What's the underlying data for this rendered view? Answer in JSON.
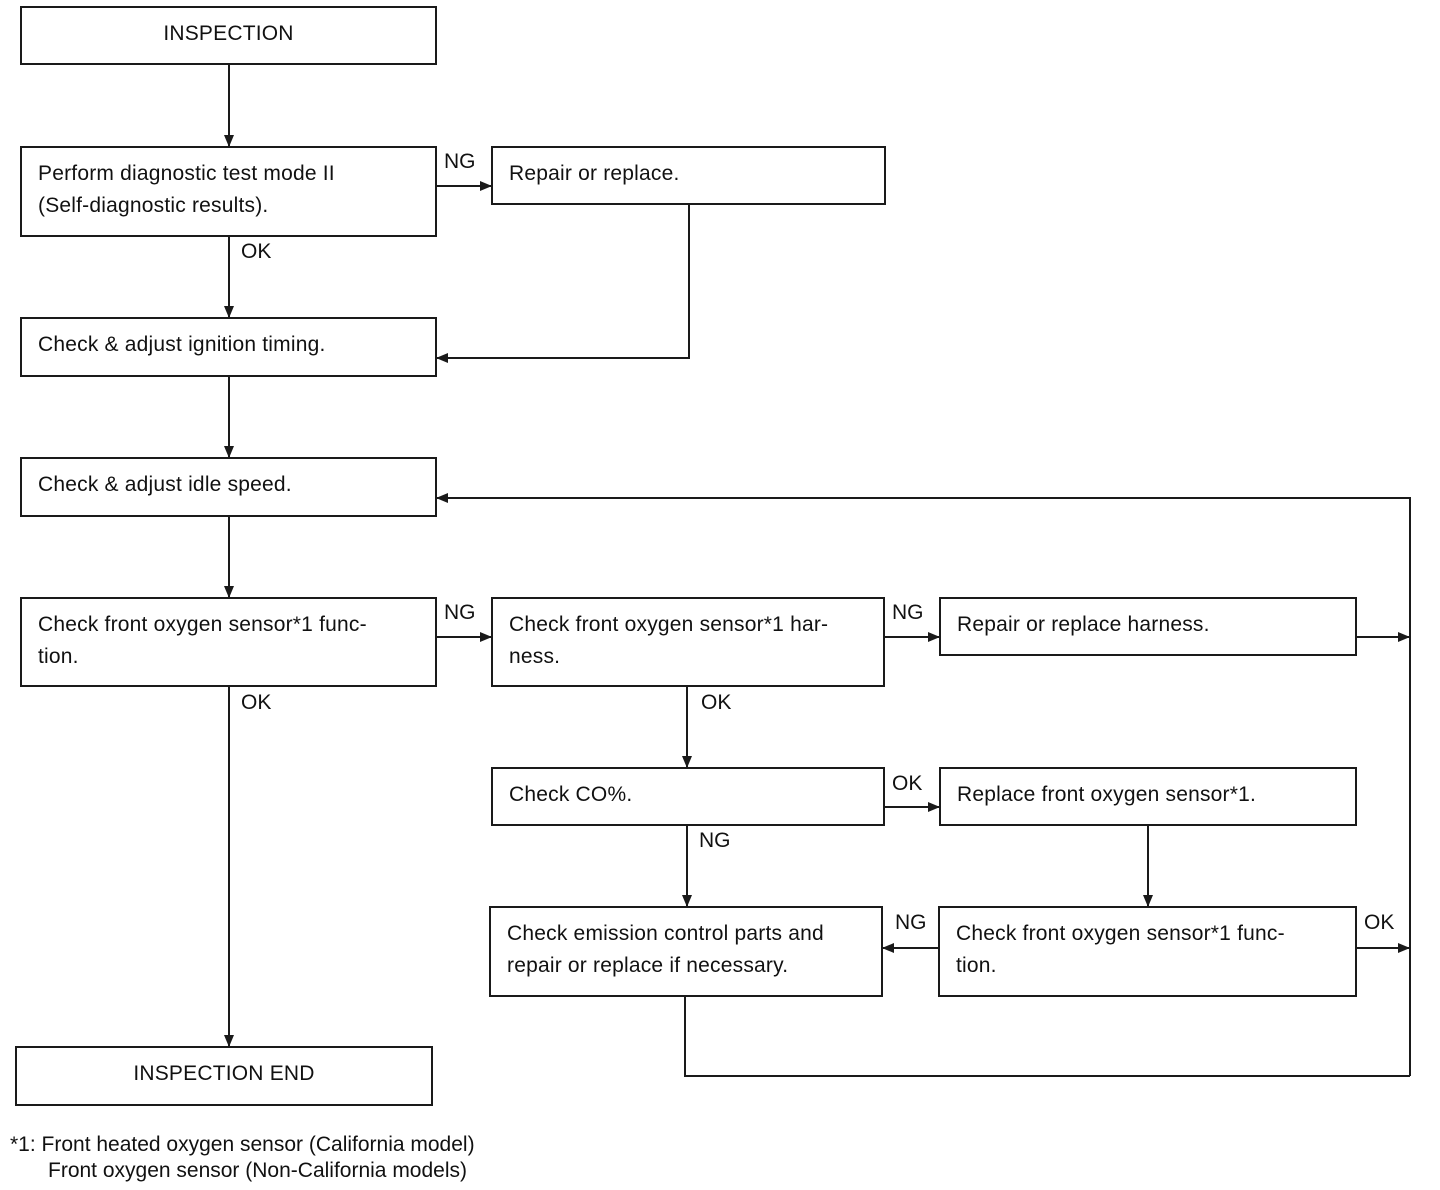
{
  "boxes": {
    "inspection": "INSPECTION",
    "diag_line1": "Perform diagnostic test mode II",
    "diag_line2": "(Self-diagnostic results).",
    "repair": "Repair or replace.",
    "ignition": "Check & adjust ignition timing.",
    "idle": "Check & adjust idle speed.",
    "o2func_line1": "Check front oxygen sensor*1 func-",
    "o2func_line2": "tion.",
    "harness_line1": "Check front oxygen sensor*1 har-",
    "harness_line2": "ness.",
    "repair_harness": "Repair or replace harness.",
    "co": "Check CO%.",
    "replace_o2": "Replace front oxygen sensor*1.",
    "emission_line1": "Check emission control parts and",
    "emission_line2": "repair or replace if necessary.",
    "o2func2_line1": "Check front oxygen sensor*1 func-",
    "o2func2_line2": "tion.",
    "end": "INSPECTION END"
  },
  "labels": {
    "ng_diag": "NG",
    "ok_diag": "OK",
    "ng_o2func": "NG",
    "ok_o2func": "OK",
    "ng_harness": "NG",
    "ok_harness": "OK",
    "ok_co": "OK",
    "ng_co": "NG",
    "ng_o2func2": "NG",
    "ok_o2func2": "OK"
  },
  "footnote": {
    "line1": "*1: Front heated oxygen sensor (California model)",
    "line2": "Front oxygen sensor (Non-California models)"
  }
}
